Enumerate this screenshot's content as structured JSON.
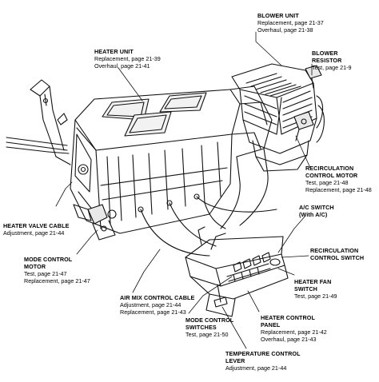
{
  "labels": {
    "blower_unit": {
      "title": [
        "BLOWER UNIT"
      ],
      "details": [
        "Replacement, page 21-37",
        "Overhaul, page 21-38"
      ]
    },
    "blower_resistor": {
      "title": [
        "BLOWER",
        "RESISTOR"
      ],
      "details": [
        "Test, page 21-9"
      ]
    },
    "heater_unit": {
      "title": [
        "HEATER UNIT"
      ],
      "details": [
        "Replacement, page 21-39",
        "Overhaul, page 21-41"
      ]
    },
    "recirc_motor": {
      "title": [
        "RECIRCULATION",
        "CONTROL MOTOR"
      ],
      "details": [
        "Test, page 21-48",
        "Replacement, page 21-48"
      ]
    },
    "ac_switch": {
      "title": [
        "A/C SWITCH",
        "(With A/C)"
      ],
      "details": []
    },
    "recirc_switch": {
      "title": [
        "RECIRCULATION",
        "CONTROL SWITCH"
      ],
      "details": []
    },
    "heater_valve_cable": {
      "title": [
        "HEATER VALVE CABLE"
      ],
      "details": [
        "Adjustment, page 21-44"
      ]
    },
    "heater_fan_switch": {
      "title": [
        "HEATER FAN",
        "SWITCH"
      ],
      "details": [
        "Test, page 21-49"
      ]
    },
    "mode_motor": {
      "title": [
        "MODE CONTROL",
        "MOTOR"
      ],
      "details": [
        "Test, page 21-47",
        "Replacement, page 21-47"
      ]
    },
    "air_mix_cable": {
      "title": [
        "AIR MIX CONTROL CABLE"
      ],
      "details": [
        "Adjustment, page 21-44",
        "Replacement, page 21-43"
      ]
    },
    "mode_switches": {
      "title": [
        "MODE CONTROL",
        "SWITCHES"
      ],
      "details": [
        "Test, page 21-50"
      ]
    },
    "heater_panel": {
      "title": [
        "HEATER CONTROL",
        "PANEL"
      ],
      "details": [
        "Replacement, page 21-42",
        "Overhaul, page 21-43"
      ]
    },
    "temp_lever": {
      "title": [
        "TEMPERATURE CONTROL",
        "LEVER"
      ],
      "details": [
        "Adjustment, page 21-44"
      ]
    }
  }
}
